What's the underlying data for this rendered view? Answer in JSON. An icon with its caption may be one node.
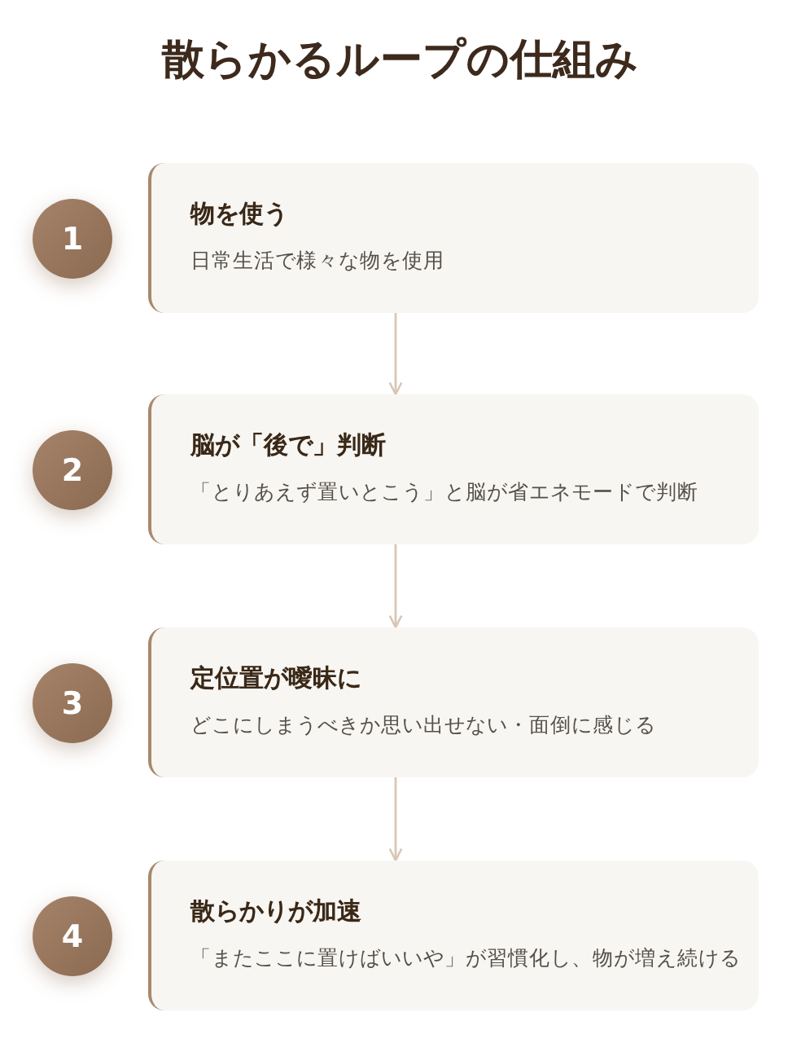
{
  "diagram": {
    "title": "散らかるループの仕組み",
    "nodes": [
      {
        "text": [
          "1"
        ]
      },
      {
        "text": [
          "物を使う",
          "日常生活で様々な物を使用"
        ]
      },
      {
        "text": [
          "2"
        ]
      },
      {
        "text": [
          "脳が「後で」判断",
          "「とりあえず置いとこう」と脳が省エネモードで判断"
        ]
      },
      {
        "text": [
          "3"
        ]
      },
      {
        "text": [
          "定位置が曖昧に",
          "どこにしまうべきか思い出せない・面倒に感じる"
        ]
      },
      {
        "text": [
          "4"
        ]
      },
      {
        "text": [
          "散らかりが加速",
          "「またここに置けばいいや」が習慣化し、物が増え続ける"
        ]
      }
    ],
    "edges": [
      {
        "from": 1,
        "to": 3,
        "arrow": "to"
      },
      {
        "from": 3,
        "to": 5,
        "arrow": "to"
      },
      {
        "from": 5,
        "to": 7,
        "arrow": "to"
      }
    ]
  }
}
